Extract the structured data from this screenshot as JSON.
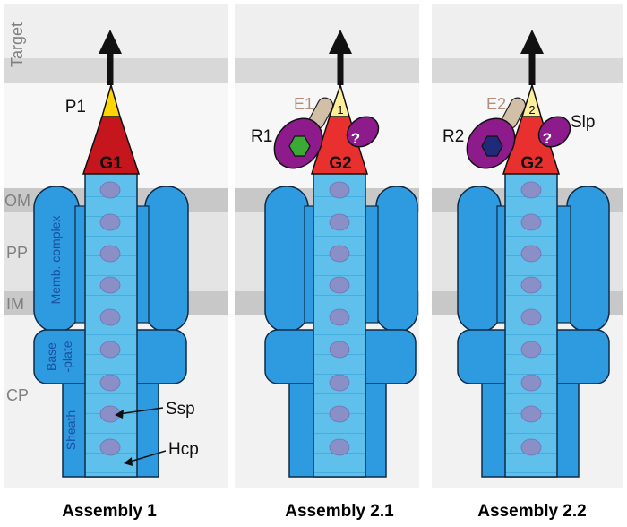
{
  "layers": {
    "target": "Target",
    "om": "OM",
    "pp": "PP",
    "im": "IM",
    "cp": "CP"
  },
  "panels": [
    {
      "caption": "Assembly 1",
      "tip": "P1",
      "spike": "G1",
      "membrane_complex": "Memb. complex",
      "baseplate_line1": "Base",
      "baseplate_line2": "-plate",
      "sheath": "Sheath",
      "ssp": "Ssp",
      "hcp": "Hcp"
    },
    {
      "caption": "Assembly 2.1",
      "tip_number": "1",
      "spike": "G2",
      "effector": "E1",
      "receptor": "R1",
      "unknown": "?"
    },
    {
      "caption": "Assembly 2.2",
      "tip_number": "2",
      "spike": "G2",
      "effector": "E2",
      "receptor": "R2",
      "unknown": "?",
      "partner": "Slp"
    }
  ],
  "colors": {
    "membrane_band": "#c8c8c8",
    "periplasm_band": "#e4e4e4",
    "target_band": "#d8d8d8",
    "structure_blue": "#2e9be0",
    "tube_blue": "#5fc0ec",
    "disk": "#8a8fc8",
    "spike_red_dark": "#c4161c",
    "spike_red": "#e8312f",
    "tip_yellow": "#ffd400",
    "tip_pale": "#ffef9a",
    "effector_tan": "#d2bfa8",
    "purple": "#8d1b8b",
    "green": "#3aa935",
    "navy": "#1f2a7a",
    "label_gray": "#808080",
    "label_blue": "#1a4fa0",
    "effector_label": "#b48e78"
  }
}
